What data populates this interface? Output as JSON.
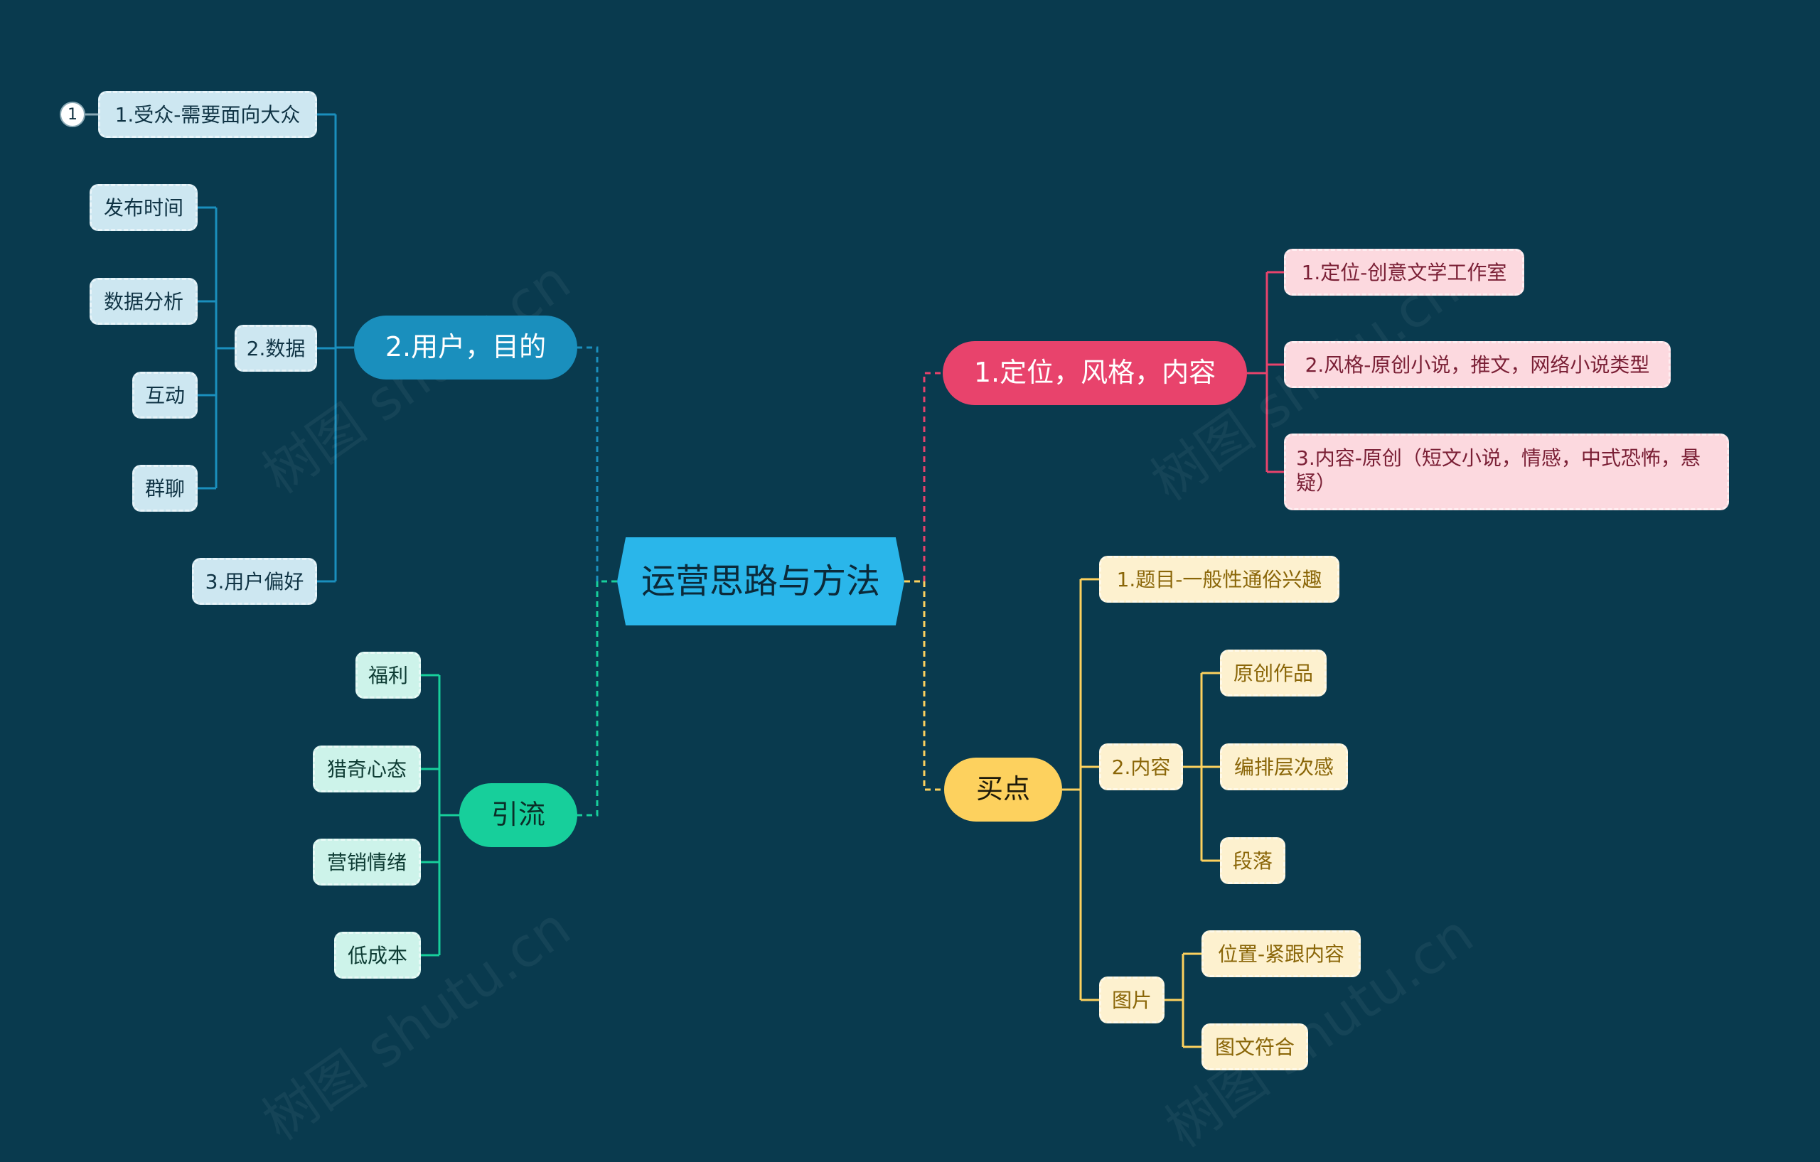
{
  "root": {
    "label": "运营思路与方法",
    "color": "#2ab6ea"
  },
  "branches": [
    {
      "id": "b1",
      "label": "1.定位，风格，内容",
      "color": "#e8436c",
      "children": [
        {
          "label": "1.定位-创意文学工作室"
        },
        {
          "label": "2.风格-原创小说，推文，网络小说类型"
        },
        {
          "label": "3.内容-原创（短文小说，情感，中式恐怖，悬疑）"
        }
      ]
    },
    {
      "id": "b2",
      "label": "买点",
      "color": "#fdd15e",
      "children": [
        {
          "label": "1.题目-一般性通俗兴趣"
        },
        {
          "label": "2.内容",
          "children": [
            {
              "label": "原创作品"
            },
            {
              "label": "编排层次感"
            },
            {
              "label": "段落"
            }
          ]
        },
        {
          "label": "图片",
          "children": [
            {
              "label": "位置-紧跟内容"
            },
            {
              "label": "图文符合"
            }
          ]
        }
      ]
    },
    {
      "id": "b3",
      "label": "2.用户，目的",
      "color": "#1a8fbd",
      "children": [
        {
          "label": "1.受众-需要面向大众",
          "marker": "1"
        },
        {
          "label": "2.数据",
          "children": [
            {
              "label": "发布时间"
            },
            {
              "label": "数据分析"
            },
            {
              "label": "互动"
            },
            {
              "label": "群聊"
            }
          ]
        },
        {
          "label": "3.用户偏好"
        }
      ]
    },
    {
      "id": "b4",
      "label": "引流",
      "color": "#17cf9b",
      "children": [
        {
          "label": "福利"
        },
        {
          "label": "猎奇心态"
        },
        {
          "label": "营销情绪"
        },
        {
          "label": "低成本"
        }
      ]
    }
  ],
  "watermark": "树图 shutu.cn"
}
